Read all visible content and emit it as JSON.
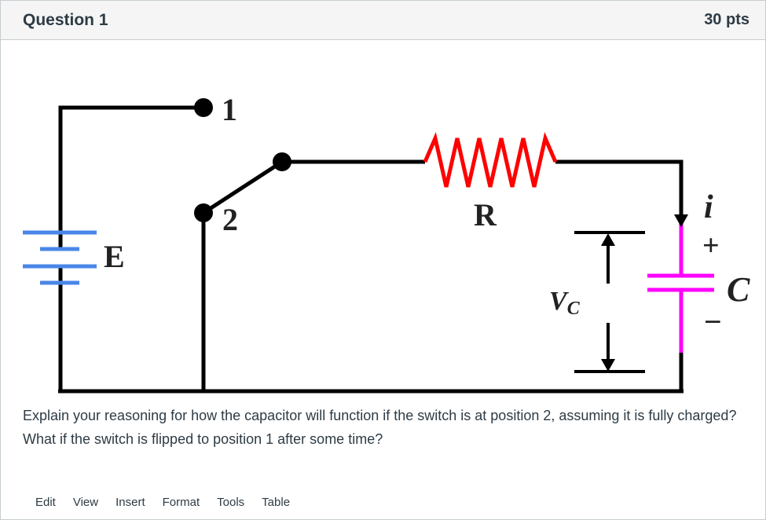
{
  "question": {
    "title": "Question 1",
    "points": "30 pts",
    "text": "Explain your reasoning for how the capacitor will function if the switch is at position 2, assuming it is fully charged? What if the switch is flipped to position 1 after some time?"
  },
  "circuit": {
    "switch_position_1": "1",
    "switch_position_2": "2",
    "battery_label": "E",
    "resistor_label": "R",
    "current_label": "i",
    "capacitor_label": "C",
    "voltage_label_main": "V",
    "voltage_label_sub": "C",
    "plus_sign": "+",
    "minus_sign": "−",
    "colors": {
      "wire": "#000000",
      "resistor": "#ff0000",
      "capacitor": "#ff00ff",
      "battery": "#4a86e8"
    }
  },
  "editor": {
    "menu": [
      "Edit",
      "View",
      "Insert",
      "Format",
      "Tools",
      "Table"
    ]
  }
}
